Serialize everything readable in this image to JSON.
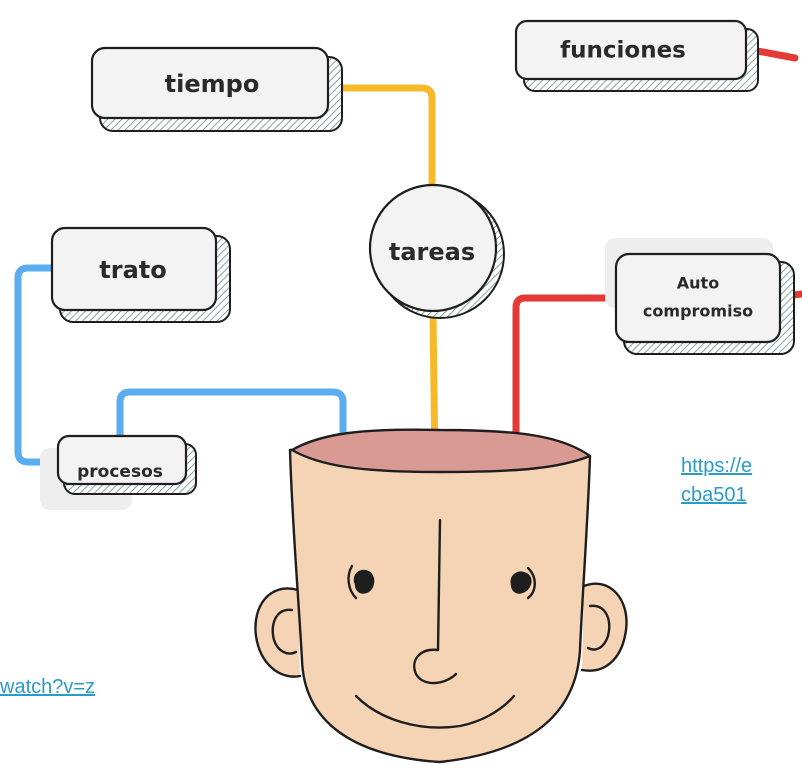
{
  "nodes": {
    "funciones": "funciones",
    "tiempo": "tiempo",
    "trato": "trato",
    "tareas": "tareas",
    "auto_compromiso_line1": "Auto",
    "auto_compromiso_line2": "compromiso",
    "procesos": "procesos"
  },
  "links": {
    "right_line1": "https://e",
    "right_line2": "cba501",
    "left_line1": "watch?v=z"
  },
  "colors": {
    "yellow_line": "#f5b92a",
    "red_line": "#e53935",
    "blue_line": "#5aaef0",
    "skin": "#f5d3b5",
    "head_interior": "#d99a94",
    "outline": "#1e1e1e",
    "link": "#2a9bc8"
  }
}
